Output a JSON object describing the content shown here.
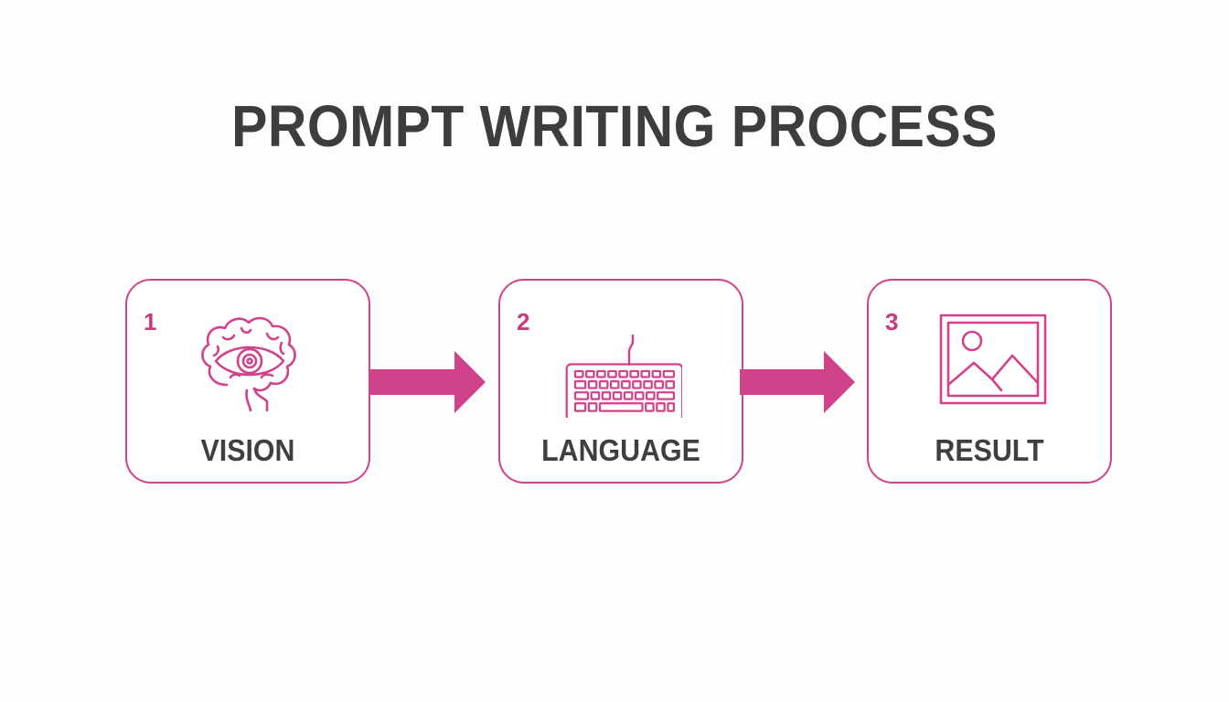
{
  "title": "PROMPT WRITING PROCESS",
  "colors": {
    "accent": "#d0438b",
    "text": "#3d3d3d",
    "background": "#fdfdfd"
  },
  "steps": [
    {
      "number": "1",
      "label": "VISION",
      "icon": "brain-eye-icon"
    },
    {
      "number": "2",
      "label": "LANGUAGE",
      "icon": "keyboard-icon"
    },
    {
      "number": "3",
      "label": "RESULT",
      "icon": "image-icon"
    }
  ]
}
